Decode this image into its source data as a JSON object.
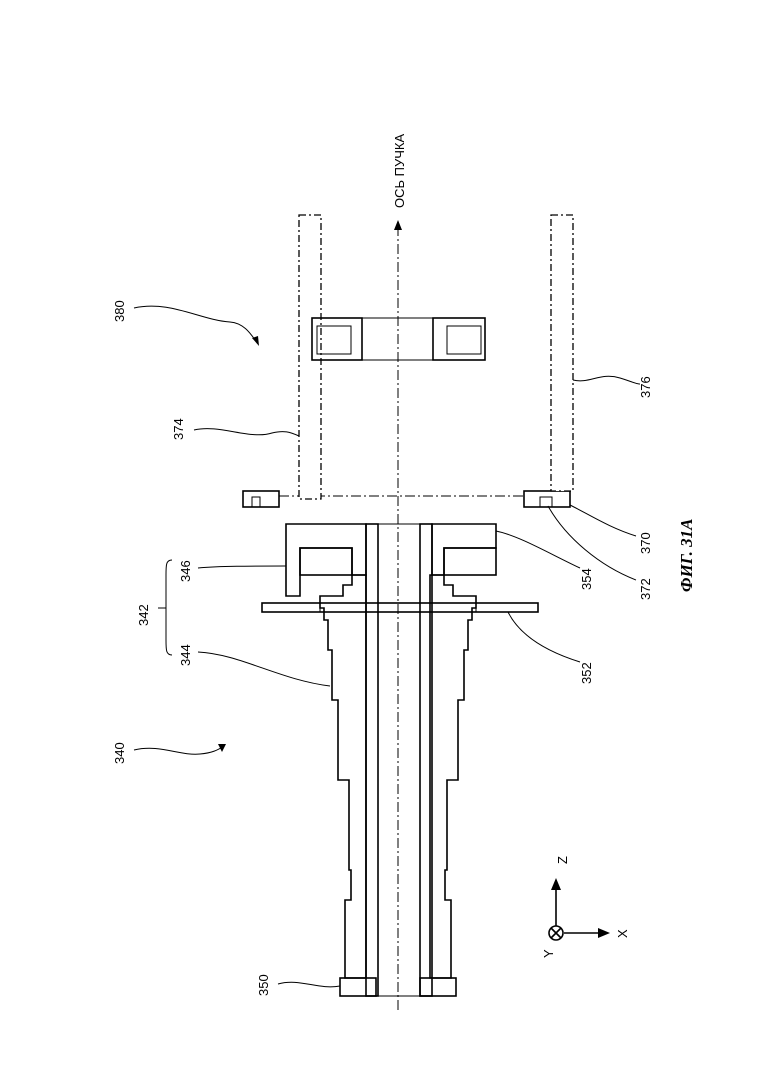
{
  "figure": {
    "caption": "ФИГ. 31А",
    "beam_axis_label": "ОСЬ ПУЧКА"
  },
  "labels": {
    "l340": "340",
    "l342": "342",
    "l344": "344",
    "l346": "346",
    "l350": "350",
    "l352": "352",
    "l354": "354",
    "l370": "370",
    "l372": "372",
    "l374": "374",
    "l376": "376",
    "l380": "380"
  },
  "coordinate_system": {
    "x": "X",
    "y": "Y",
    "z": "Z"
  }
}
